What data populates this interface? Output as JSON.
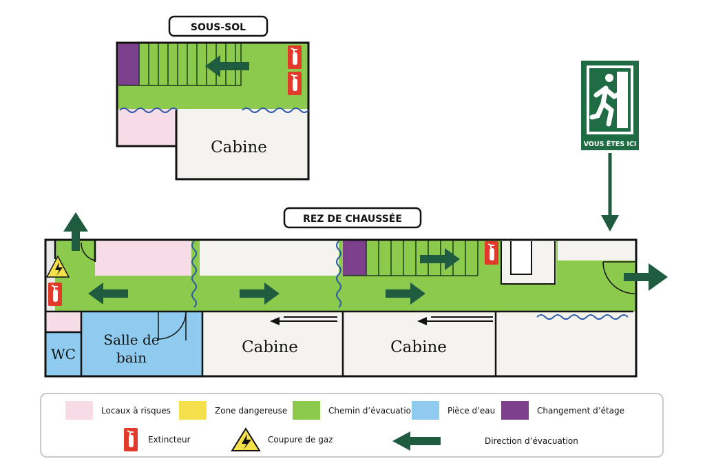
{
  "floors": {
    "basement_title": "SOUS-SOL",
    "ground_title": "REZ DE CHAUSSÉE"
  },
  "rooms": {
    "basement_cabin": "Cabine",
    "cabin_1": "Cabine",
    "cabin_2": "Cabine",
    "wc": "WC",
    "bathroom_line1": "Salle de",
    "bathroom_line2": "bain"
  },
  "sign": {
    "you_are_here": "VOUS ÊTES ICI"
  },
  "legend": {
    "risk_areas": "Locaux à risques",
    "danger_zone": "Zone dangereuse",
    "evac_path": "Chemin d’évacuation",
    "water_room": "Pièce d’eau",
    "floor_change": "Changement d’étage",
    "extinguisher": "Extincteur",
    "gas_cutoff": "Coupure de gaz",
    "evac_direction": "Direction d’évacuation"
  },
  "colors": {
    "risk": "#f6dce6",
    "danger": "#f3e04a",
    "evac": "#8cca4e",
    "water": "#8fcbef",
    "stairs": "#7b3f8c",
    "arrow": "#1f5b3f",
    "extinguisher": "#e23a2a",
    "wave": "#2d5aa8",
    "exit_sign": "#1e6b44"
  },
  "icons": [
    "fire-extinguisher-icon",
    "gas-warning-icon",
    "evacuation-arrow-icon",
    "running-man-exit-icon"
  ]
}
